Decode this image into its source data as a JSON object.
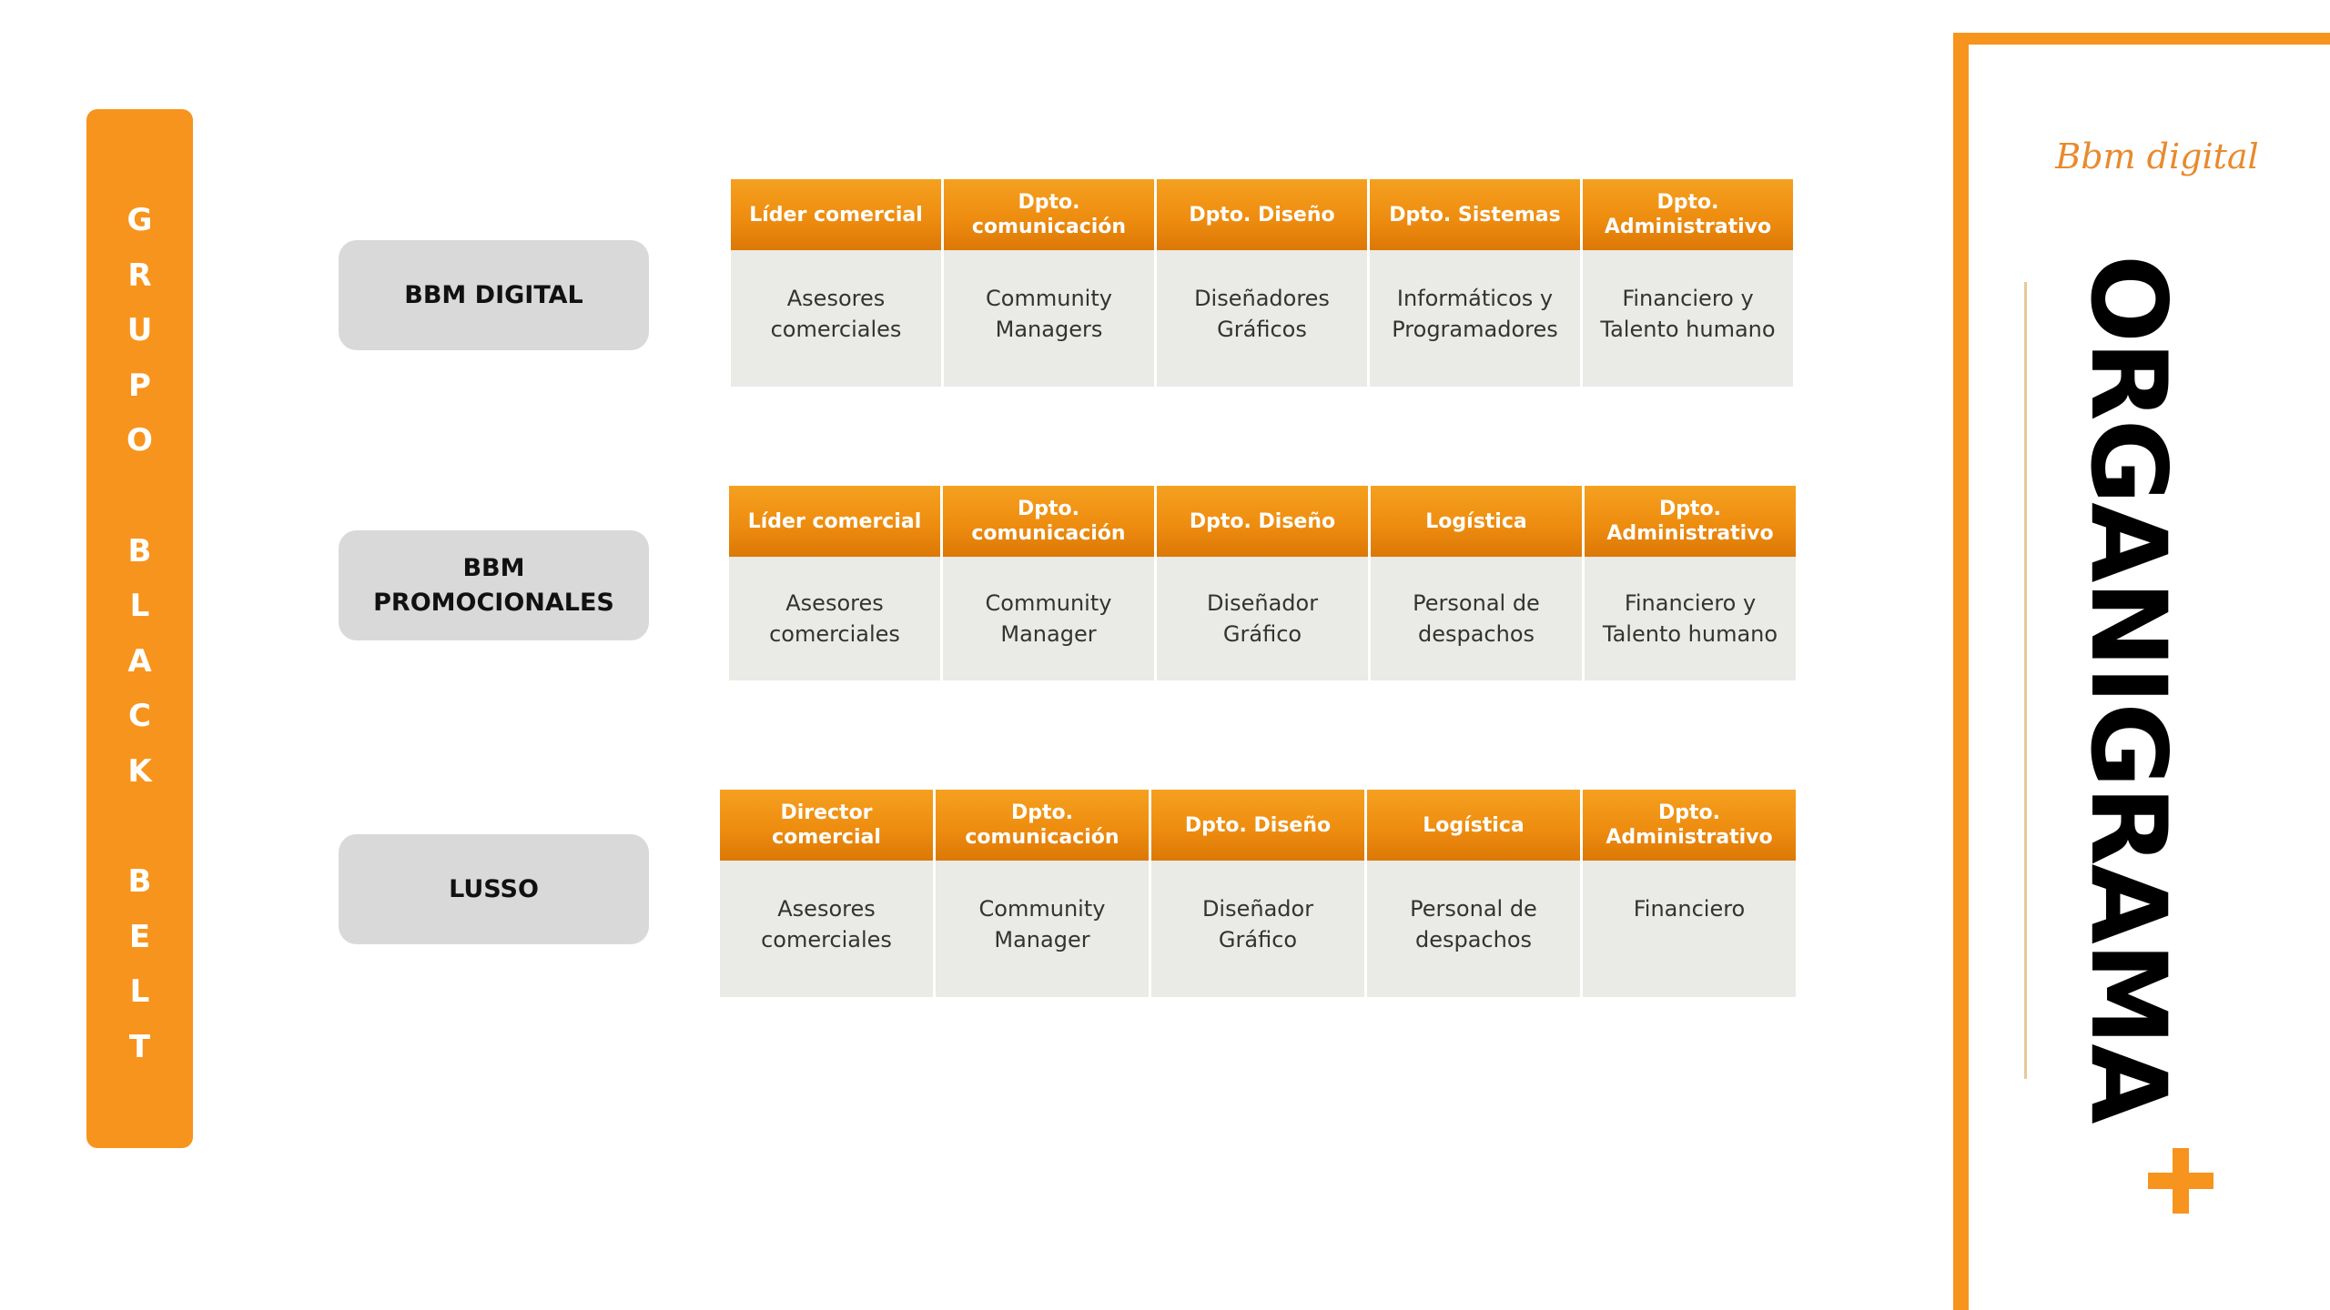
{
  "group_title": [
    "G",
    "R",
    "U",
    "P",
    "O",
    " ",
    "B",
    "L",
    "A",
    "C",
    "K",
    " ",
    "B",
    "E",
    "L",
    "T"
  ],
  "brand": "Bbm digital",
  "page_title": "ORGANIGRAMA",
  "companies": [
    {
      "name": "BBM DIGITAL",
      "departments": [
        {
          "header": "Líder comercial",
          "role": "Asesores\ncomerciales"
        },
        {
          "header": "Dpto.\ncomunicación",
          "role": "Community\nManagers"
        },
        {
          "header": "Dpto. Diseño",
          "role": "Diseñadores\nGráficos"
        },
        {
          "header": "Dpto. Sistemas",
          "role": "Informáticos y\nProgramadores"
        },
        {
          "header": "Dpto.\nAdministrativo",
          "role": "Financiero y\nTalento humano"
        }
      ]
    },
    {
      "name": "BBM\nPROMOCIONALES",
      "departments": [
        {
          "header": "Líder comercial",
          "role": "Asesores\ncomerciales"
        },
        {
          "header": "Dpto.\ncomunicación",
          "role": "Community\nManager"
        },
        {
          "header": "Dpto. Diseño",
          "role": "Diseñador\nGráfico"
        },
        {
          "header": "Logística",
          "role": "Personal de\ndespachos"
        },
        {
          "header": "Dpto.\nAdministrativo",
          "role": "Financiero y\nTalento humano"
        }
      ]
    },
    {
      "name": "LUSSO",
      "departments": [
        {
          "header": "Director\ncomercial",
          "role": "Asesores\ncomerciales"
        },
        {
          "header": "Dpto.\ncomunicación",
          "role": "Community\nManager"
        },
        {
          "header": "Dpto. Diseño",
          "role": "Diseñador\nGráfico"
        },
        {
          "header": "Logística",
          "role": "Personal de\ndespachos"
        },
        {
          "header": "Dpto.\nAdministrativo",
          "role": "Financiero"
        }
      ]
    }
  ],
  "colors": {
    "accent": "#F7941D",
    "company_box": "#D9D9D9",
    "cell_bg": "#EAEAE6"
  },
  "icons": {
    "plus": "plus-icon"
  }
}
